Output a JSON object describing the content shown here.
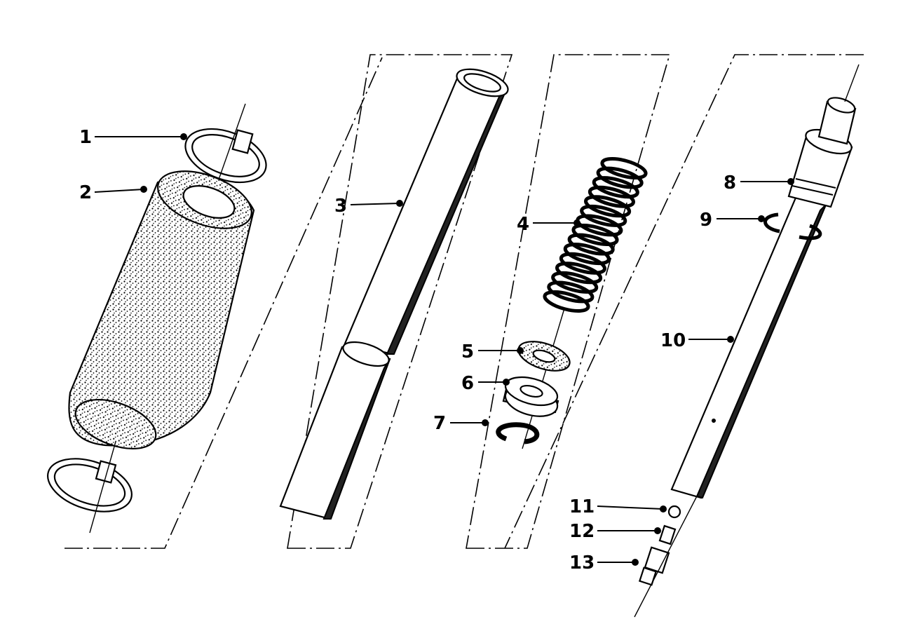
{
  "labels": [
    {
      "id": "1",
      "text": "1"
    },
    {
      "id": "2",
      "text": "2"
    },
    {
      "id": "3",
      "text": "3"
    },
    {
      "id": "4",
      "text": "4"
    },
    {
      "id": "5",
      "text": "5"
    },
    {
      "id": "6",
      "text": "6"
    },
    {
      "id": "7",
      "text": "7"
    },
    {
      "id": "8",
      "text": "8"
    },
    {
      "id": "9",
      "text": "9"
    },
    {
      "id": "10",
      "text": "10"
    },
    {
      "id": "11",
      "text": "11"
    },
    {
      "id": "12",
      "text": "12"
    },
    {
      "id": "13",
      "text": "13"
    }
  ],
  "colors": {
    "ink": "#000000",
    "paper": "#ffffff"
  }
}
